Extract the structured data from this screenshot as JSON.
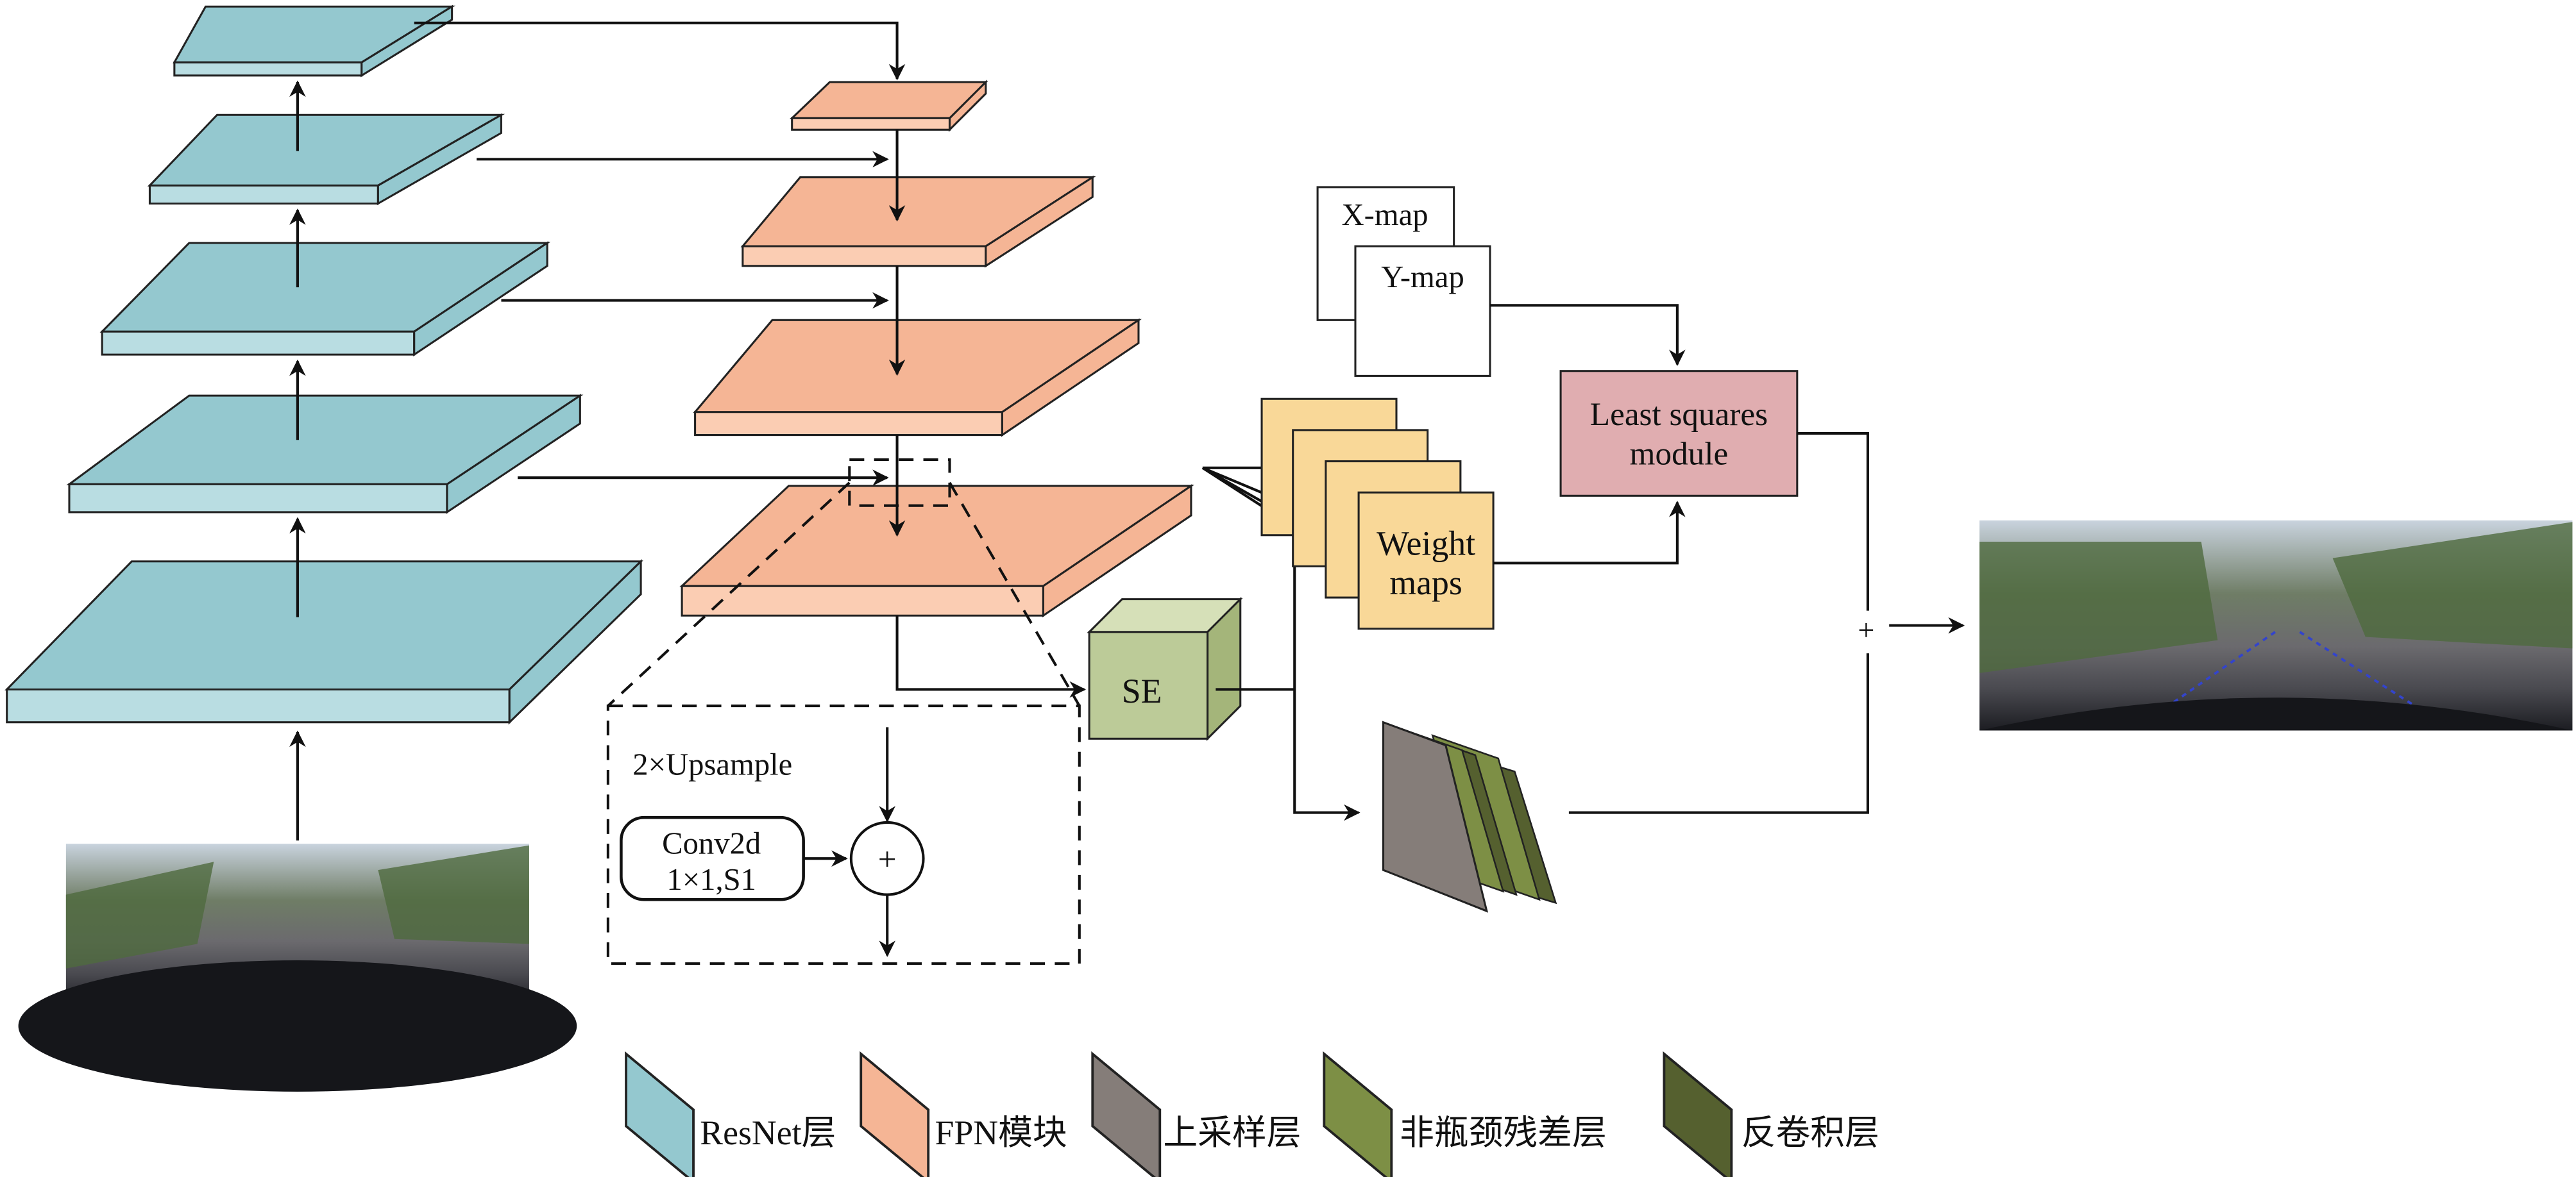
{
  "labels": {
    "x_map": "X-map",
    "y_map": "Y-map",
    "least_squares_line1": "Least squares",
    "least_squares_line2": "module",
    "weight_maps_line1": "Weight",
    "weight_maps_line2": "maps",
    "se": "SE",
    "upsample": "2×Upsample",
    "conv_line1": "Conv2d",
    "conv_line2": "1×1,S1",
    "add_symbol": "+",
    "sum_symbol": "+"
  },
  "legend": [
    {
      "label": "ResNet层",
      "color": "#94c8cf"
    },
    {
      "label": "FPN模块",
      "color": "#f5b595"
    },
    {
      "label": "上采样层",
      "color": "#857d79"
    },
    {
      "label": "非瓶颈残差层",
      "color": "#7d8f45"
    },
    {
      "label": "反卷积层",
      "color": "#55602f"
    }
  ],
  "colors": {
    "resnet": "#94c8cf",
    "fpn": "#f5b595",
    "se": "#bccb98",
    "weight_maps": "#f9d898",
    "least_squares": "#e0adb0"
  }
}
